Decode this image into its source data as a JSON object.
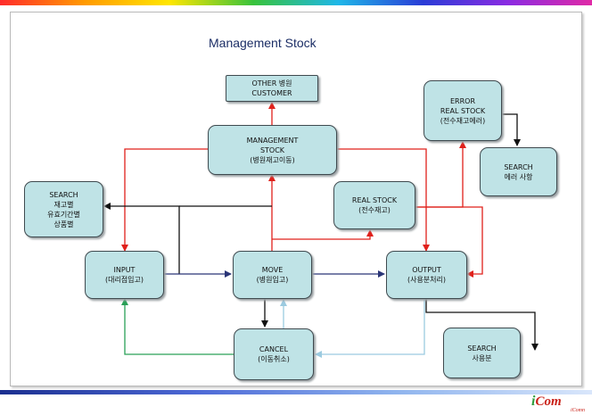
{
  "title": "Management Stock",
  "nodes": {
    "other": "OTHER 병원\nCUSTOMER",
    "management": "MANAGEMENT\nSTOCK\n(병원재고이동)",
    "error": "ERROR\nREAL STOCK\n(전수재고에러)",
    "search_error": "SEARCH\n에러 사항",
    "search_stock": "SEARCH\n재고별\n유효기간별\n상품별",
    "real_stock": "REAL STOCK\n(전수재고)",
    "input": "INPUT\n(대리점입고)",
    "move": "MOVE\n(병원입고)",
    "output": "OUTPUT\n(사용분처리)",
    "cancel": "CANCEL\n(이동취소)",
    "search_usage": "SEARCH\n사용분"
  },
  "logo": {
    "main": "Com",
    "sub": "iComn"
  },
  "colors": {
    "node_fill": "#bfe3e6",
    "red": "#e0211b",
    "black": "#111111",
    "navy": "#2a3577",
    "green": "#2aa057",
    "lightblue": "#9ccbe0"
  }
}
